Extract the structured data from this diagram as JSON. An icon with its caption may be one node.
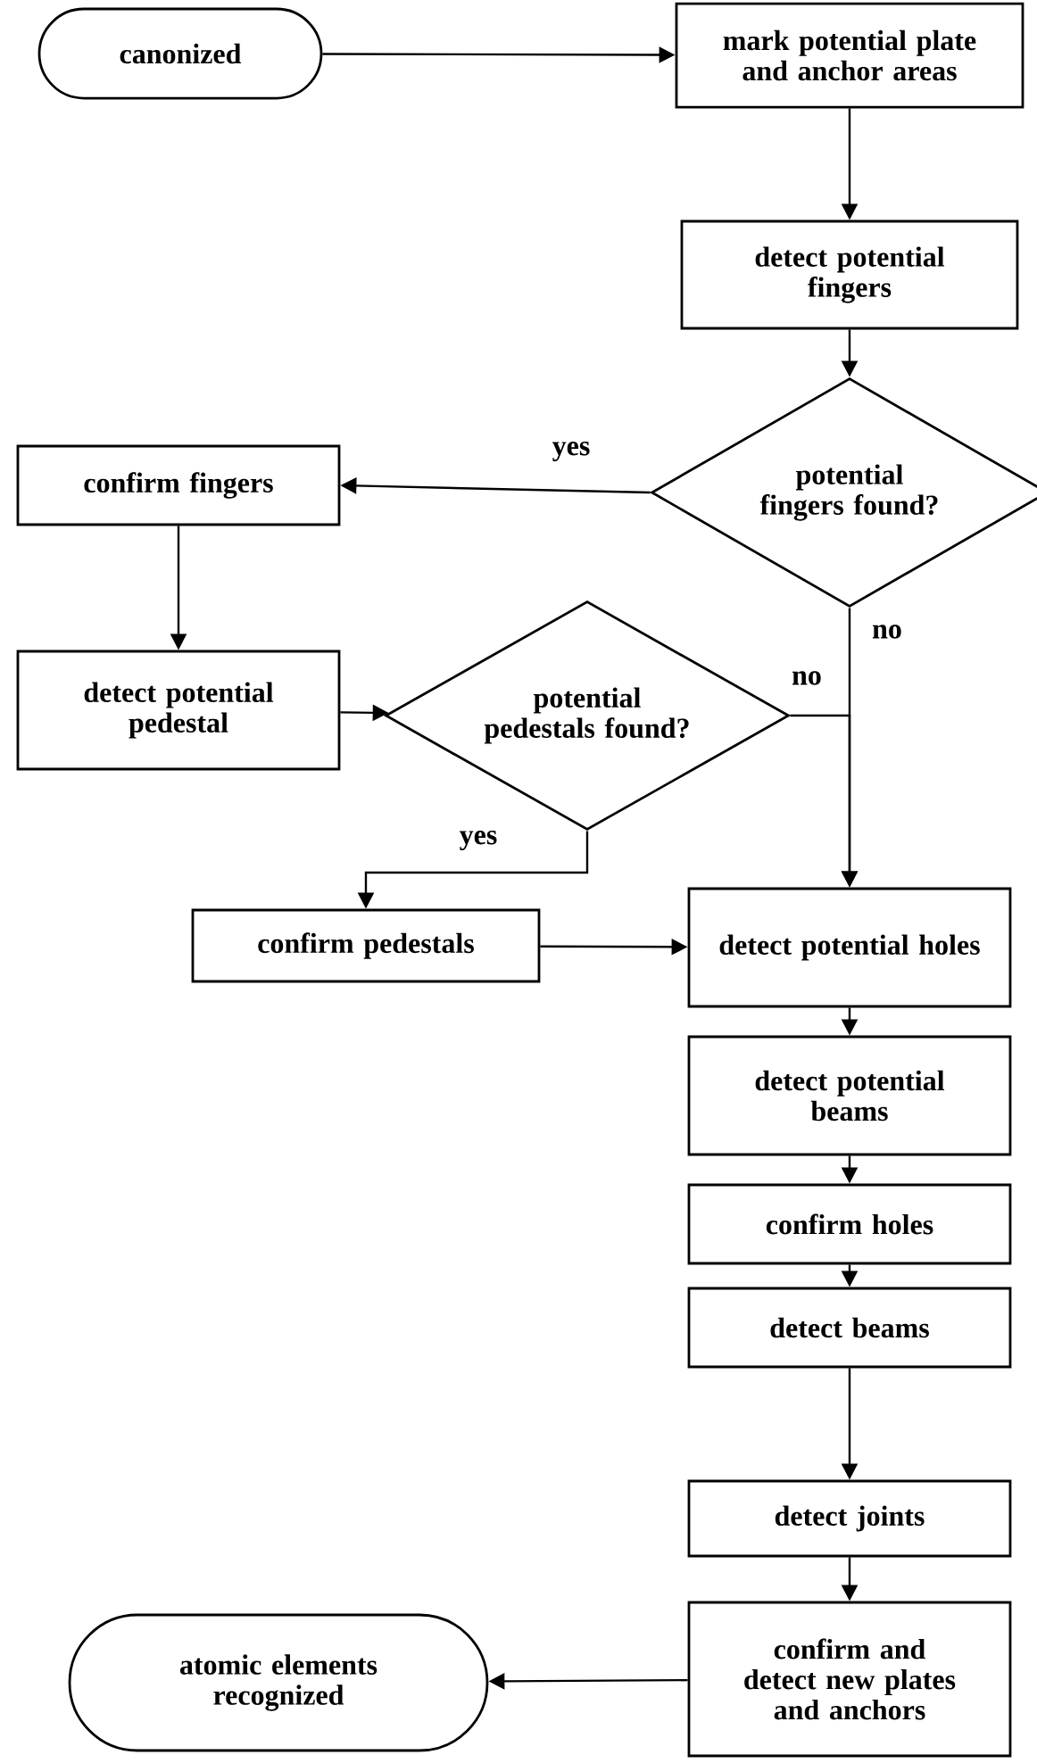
{
  "diagram": {
    "nodes": [
      {
        "text": [
          "canonized"
        ]
      },
      {
        "text": [
          "mark potential plate and anchor areas"
        ]
      },
      {
        "text": [
          "detect potential fingers"
        ]
      },
      {
        "text": [
          "potential fingers found?"
        ]
      },
      {
        "text": [
          "confirm fingers"
        ]
      },
      {
        "text": [
          "detect potential pedestal"
        ]
      },
      {
        "text": [
          "potential pedestals found?"
        ]
      },
      {
        "text": [
          "confirm pedestals"
        ]
      },
      {
        "text": [
          "detect potential holes"
        ]
      },
      {
        "text": [
          "detect potential beams"
        ]
      },
      {
        "text": [
          "confirm holes"
        ]
      },
      {
        "text": [
          "detect beams"
        ]
      },
      {
        "text": [
          "detect joints"
        ]
      },
      {
        "text": [
          "confirm and detect new plates and anchors"
        ]
      },
      {
        "text": [
          "atomic elements recognized"
        ]
      }
    ],
    "edges": [
      {
        "from": 0,
        "to": 1,
        "arrow": "to"
      },
      {
        "from": 1,
        "to": 2,
        "arrow": "to"
      },
      {
        "from": 2,
        "to": 3,
        "arrow": "to"
      },
      {
        "from": 3,
        "to": 4,
        "arrow": "to",
        "label": "yes"
      },
      {
        "from": 3,
        "to": 8,
        "arrow": "to",
        "label": "no"
      },
      {
        "from": 4,
        "to": 5,
        "arrow": "to"
      },
      {
        "from": 5,
        "to": 6,
        "arrow": "to"
      },
      {
        "from": 6,
        "to": 8,
        "arrow": "to",
        "label": "no"
      },
      {
        "from": 6,
        "to": 7,
        "arrow": "to",
        "label": "yes"
      },
      {
        "from": 7,
        "to": 8,
        "arrow": "to"
      },
      {
        "from": 8,
        "to": 9,
        "arrow": "to"
      },
      {
        "from": 9,
        "to": 10,
        "arrow": "to"
      },
      {
        "from": 10,
        "to": 11,
        "arrow": "to"
      },
      {
        "from": 11,
        "to": 12,
        "arrow": "to"
      },
      {
        "from": 12,
        "to": 13,
        "arrow": "to"
      },
      {
        "from": 13,
        "to": 14,
        "arrow": "to"
      }
    ]
  }
}
